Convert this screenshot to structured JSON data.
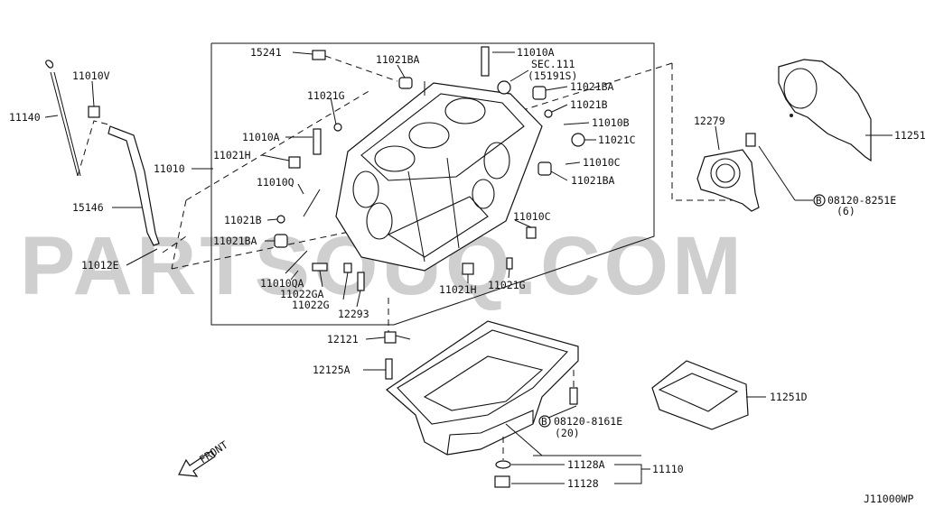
{
  "diagram_code": "J11000WP",
  "front_label": "FRONT",
  "watermark": "PARTSOUQ.COM",
  "labels": {
    "p15241": "15241",
    "p11021BA_top": "11021BA",
    "p11010A_top": "11010A",
    "sec": "SEC.111",
    "sec_sub": "(15191S)",
    "p11021BA_r1": "11021BA",
    "p11021B_r": "11021B",
    "p11010B": "11010B",
    "p11021C": "11021C",
    "p11010C_r": "11010C",
    "p11021BA_r2": "11021BA",
    "p11021G_l": "11021G",
    "p11010A_l": "11010A",
    "p11021H_l": "11021H",
    "p11010": "11010",
    "p11010Q": "11010Q",
    "p11021B_l": "11021B",
    "p11021BA_l": "11021BA",
    "p11010QA": "11010QA",
    "p11022GA": "11022GA",
    "p11022G": "11022G",
    "p12293": "12293",
    "p11021H_b": "11021H",
    "p11010C_b": "11010C",
    "p11021G_b": "11021G",
    "p11010V": "11010V",
    "p11140": "11140",
    "p15146": "15146",
    "p11012E": "11012E",
    "p12279": "12279",
    "p11251": "11251",
    "bolt_r": "08120-8251E",
    "bolt_r_qty": "(6)",
    "p12121": "12121",
    "p12125A": "12125A",
    "bolt_pan": "08120-8161E",
    "bolt_pan_qty": "(20)",
    "p11251D": "11251D",
    "p11128A": "11128A",
    "p11128": "11128",
    "p11110": "11110"
  }
}
